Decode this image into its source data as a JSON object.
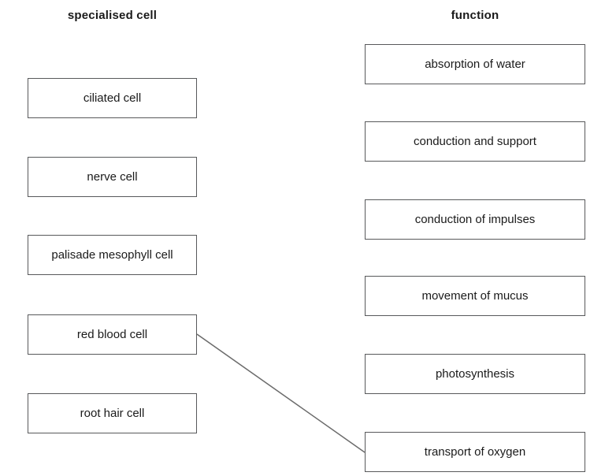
{
  "page": {
    "background_color": "#ffffff",
    "box_border_color": "#58595b",
    "text_color": "#1a1a1a",
    "connector_color": "#6b6b6b"
  },
  "left_column": {
    "header": "specialised cell",
    "items": [
      {
        "label": "ciliated cell"
      },
      {
        "label": "nerve cell"
      },
      {
        "label": "palisade mesophyll cell"
      },
      {
        "label": "red blood cell"
      },
      {
        "label": "root hair cell"
      }
    ]
  },
  "right_column": {
    "header": "function",
    "items": [
      {
        "label": "absorption of water"
      },
      {
        "label": "conduction and support"
      },
      {
        "label": "conduction of impulses"
      },
      {
        "label": "movement of mucus"
      },
      {
        "label": "photosynthesis"
      },
      {
        "label": "transport of oxygen"
      }
    ]
  },
  "connections": [
    {
      "from": "red blood cell",
      "to": "transport of oxygen"
    }
  ]
}
